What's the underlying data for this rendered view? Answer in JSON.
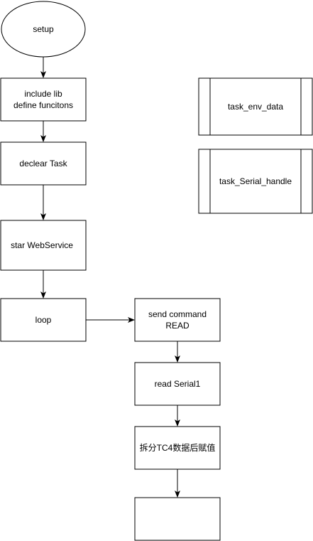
{
  "nodes": {
    "setup": "setup",
    "include_lib_line1": "include lib",
    "include_lib_line2": "define funcitons",
    "declear_task": "declear Task",
    "star_webservice": "star WebService",
    "loop": "loop",
    "send_command_line1": "send command",
    "send_command_line2": "READ",
    "read_serial1": "read Serial1",
    "split_tc4": "拆分TC4数据后赋值",
    "empty_box": "",
    "task_env_data": "task_env_data",
    "task_serial_handle": "task_Serial_handle"
  }
}
